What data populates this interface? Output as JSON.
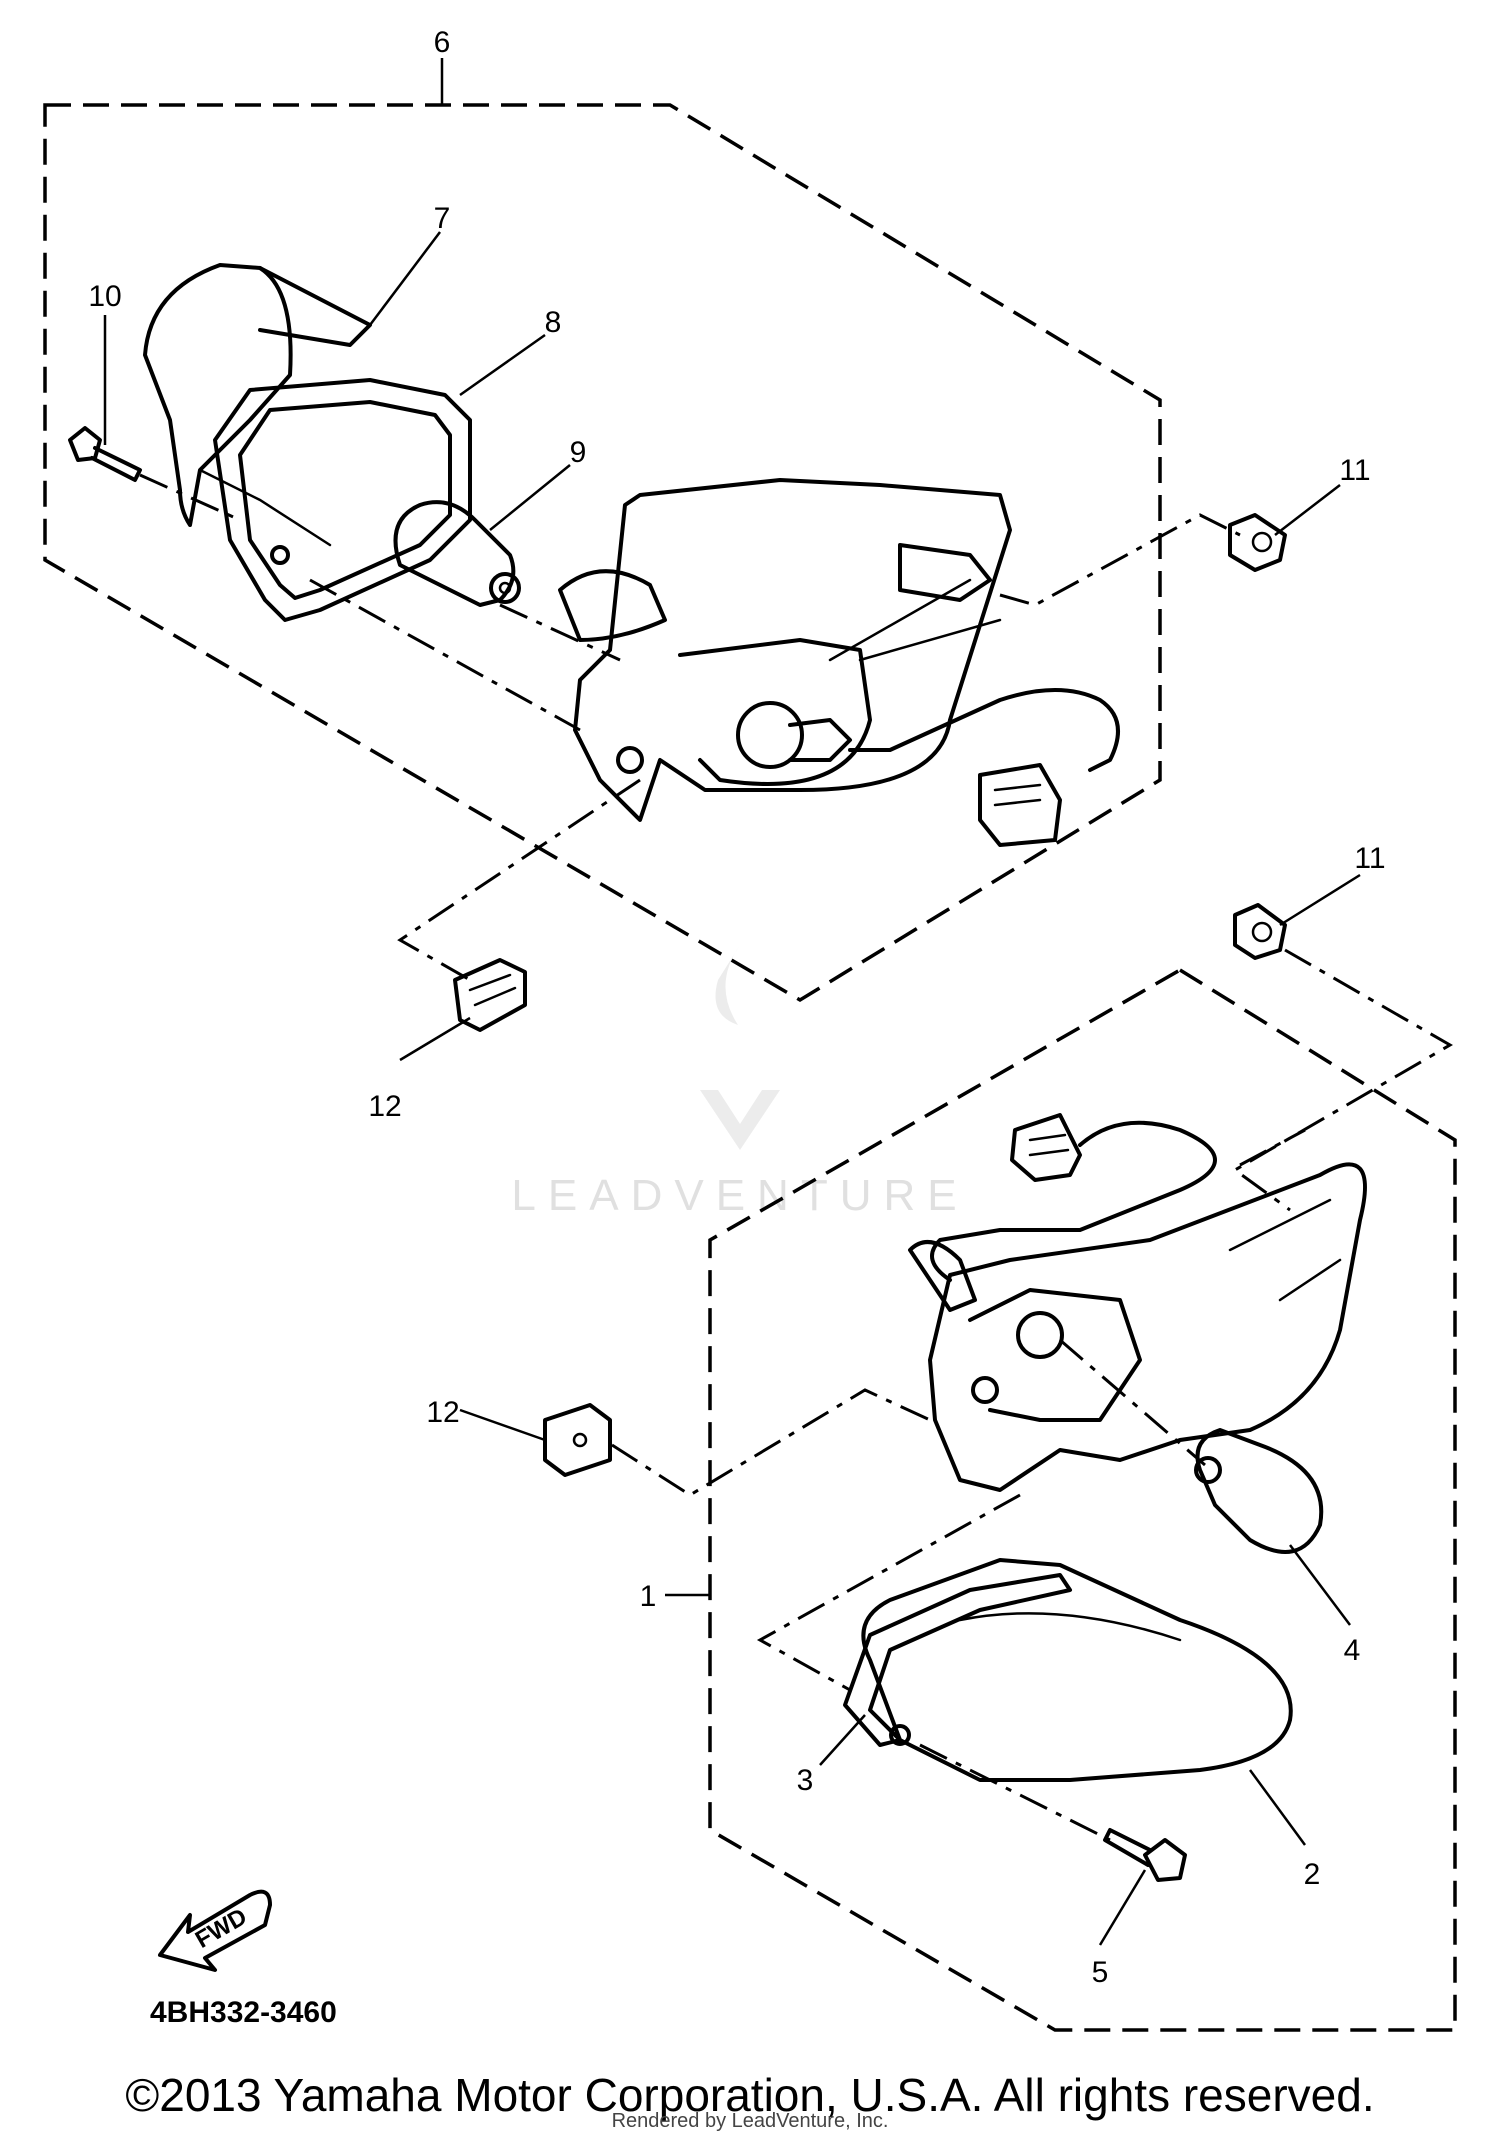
{
  "callouts": {
    "n1": "1",
    "n2": "2",
    "n3": "3",
    "n4": "4",
    "n5": "5",
    "n6": "6",
    "n7": "7",
    "n8": "8",
    "n9": "9",
    "n10": "10",
    "n11a": "11",
    "n11b": "11",
    "n12a": "12",
    "n12b": "12"
  },
  "fwd_label": "FWD",
  "diagram_code": "4BH332-3460",
  "watermark": "LEADVENTURE",
  "copyright": "©2013 Yamaha Motor Corporation, U.S.A. All rights reserved.",
  "rendered_by": "Rendered by LeadVenture, Inc."
}
